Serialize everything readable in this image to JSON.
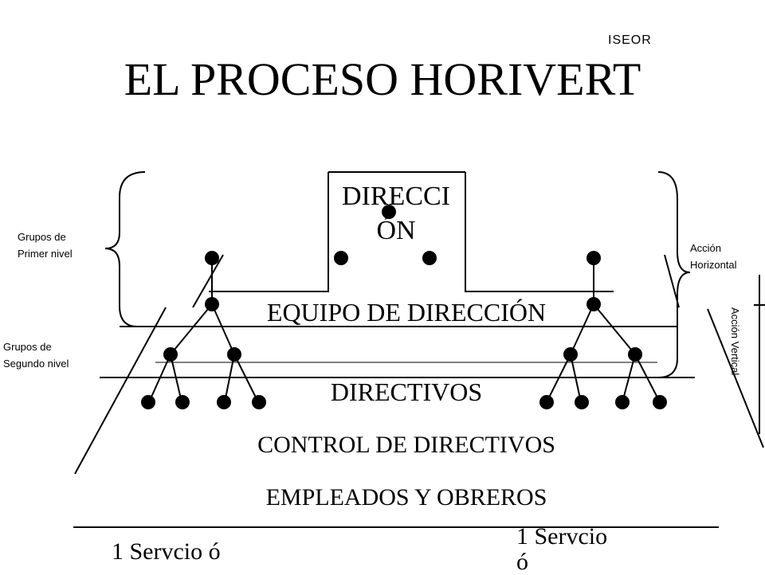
{
  "brand": "ISEOR",
  "title": "EL PROCESO HORIVERT",
  "labels": {
    "direccion_line1": "DIRECCI",
    "direccion_line2": "ÓN",
    "equipo": "EQUIPO DE DIRECCIÓN",
    "directivos": "DIRECTIVOS",
    "control": "CONTROL DE DIRECTIVOS",
    "empleados": "EMPLEADOS Y OBREROS"
  },
  "side_labels": {
    "grupos_primer_1": "Grupos de",
    "grupos_primer_2": "Primer nivel",
    "grupos_segundo_1": "Grupos de",
    "grupos_segundo_2": "Segundo nivel",
    "accion_horizontal_1": "Acción",
    "accion_horizontal_2": "Horizontal",
    "accion_vertical": "Acción Vertical"
  },
  "services": {
    "left": "1 Servcio ó",
    "right_line1": "1 Servcio",
    "right_line2": "ó"
  }
}
